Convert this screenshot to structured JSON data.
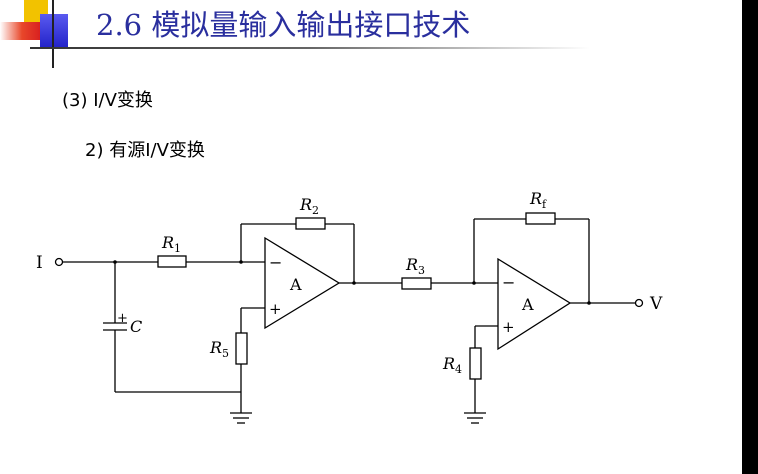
{
  "slide": {
    "title": "2.6 模拟量输入输出接口技术",
    "heading": "(3) I/V变换",
    "subheading": "2) 有源I/V变换"
  },
  "circuit": {
    "input_label": "I",
    "output_label": "V",
    "r1": {
      "letter": "R",
      "sub": "1"
    },
    "r2": {
      "letter": "R",
      "sub": "2"
    },
    "r3": {
      "letter": "R",
      "sub": "3"
    },
    "r4": {
      "letter": "R",
      "sub": "4"
    },
    "r5": {
      "letter": "R",
      "sub": "5"
    },
    "rf": {
      "letter": "R",
      "sub": "f"
    },
    "capacitor": {
      "label": "C",
      "polarity": "+"
    },
    "opamp1": {
      "label": "A",
      "inverting": "−",
      "noninverting": "+"
    },
    "opamp2": {
      "label": "A",
      "inverting": "−",
      "noninverting": "+"
    }
  },
  "colors": {
    "title": "#2a2f9e",
    "accent_yellow": "#f2c200",
    "accent_red": "#d92020",
    "accent_blue": "#2222c8"
  }
}
